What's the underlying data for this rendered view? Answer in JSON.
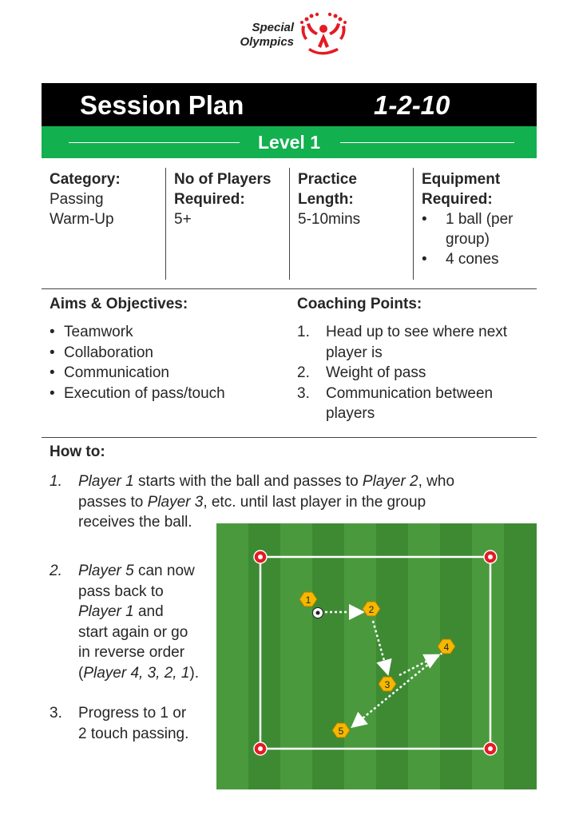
{
  "logo": {
    "line1": "Special",
    "line2": "Olympics",
    "icon": "special-olympics-logo-icon",
    "brand_color": "#e31b23"
  },
  "header": {
    "title": "Session Plan",
    "code": "1-2-10",
    "level": "Level 1"
  },
  "colors": {
    "header_bg": "#000000",
    "level_bg": "#12b04e",
    "pitch_green": "#3f8f34",
    "cone_red": "#e31b23",
    "player_yellow": "#f5b800"
  },
  "info": {
    "category": {
      "label": "Category:",
      "value1": "Passing",
      "value2": "Warm-Up"
    },
    "players": {
      "label1": "No of Players",
      "label2": "Required:",
      "value": "5+"
    },
    "length": {
      "label1": "Practice",
      "label2": "Length:",
      "value": "5-10mins"
    },
    "equipment": {
      "label1": "Equipment",
      "label2": "Required:",
      "items": [
        "1 ball (per",
        "group)",
        "4 cones"
      ]
    }
  },
  "aims": {
    "title": "Aims & Objectives:",
    "items": [
      "Teamwork",
      "Collaboration",
      "Communication",
      "Execution of pass/touch"
    ]
  },
  "coaching": {
    "title": "Coaching Points:",
    "items": [
      {
        "num": "1.",
        "line1": "Head up to see where next",
        "line2": "player is"
      },
      {
        "num": "2.",
        "line1": "Weight of pass",
        "line2": ""
      },
      {
        "num": "3.",
        "line1": "Communication between",
        "line2": "players"
      }
    ]
  },
  "howto": {
    "title": "How to:",
    "step1": {
      "num": "1.",
      "p1": "Player 1",
      "t1": " starts with the ball and passes to ",
      "p2": "Player 2",
      "t2": ", who",
      "t3a": "passes to ",
      "p3": "Player 3",
      "t3b": ", etc. until last player in the group",
      "t4": "receives the ball."
    },
    "step2": {
      "num": "2.",
      "p5": "Player 5",
      "t1": " can now",
      "t2": "pass back to",
      "p1": "Player 1",
      "t3": " and",
      "t4": "start again or go",
      "t5": "in reverse order",
      "open": "(",
      "order": "Player 4, 3, 2, 1",
      "close": ")."
    },
    "step3": {
      "num": "3.",
      "t1": "Progress to 1 or",
      "t2": "2 touch passing."
    }
  },
  "diagram": {
    "players": [
      "1",
      "2",
      "3",
      "4",
      "5"
    ]
  }
}
